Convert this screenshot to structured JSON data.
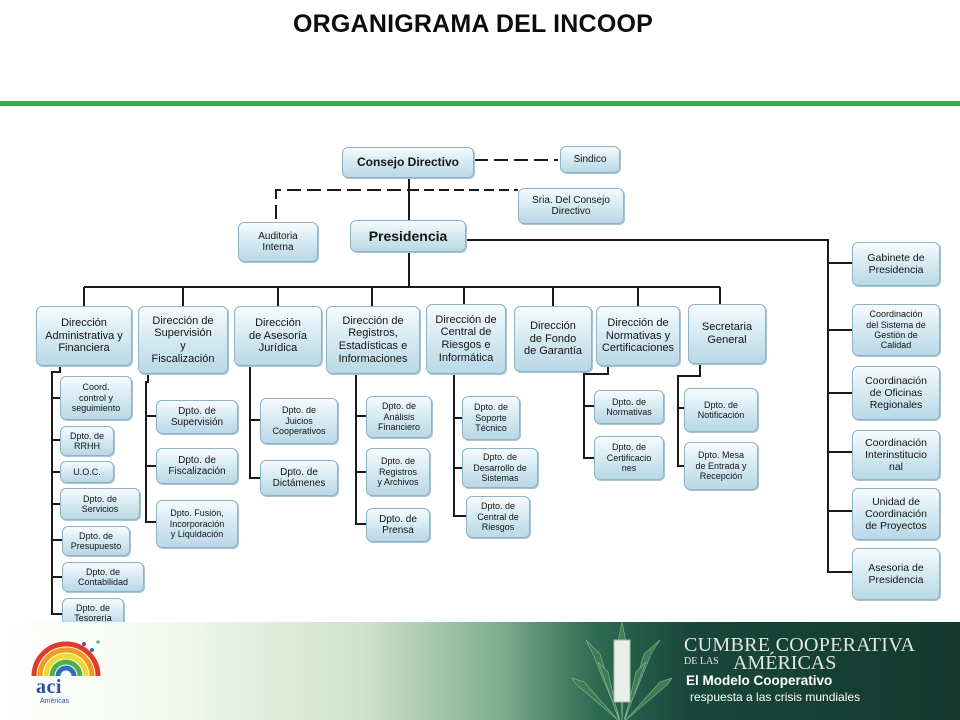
{
  "title": "ORGANIGRAMA DEL INCOOP",
  "colors": {
    "rule": "#3aa84a",
    "box_border": "#8fb3c4",
    "box_fill_top": "#f6fbfd",
    "box_fill_bottom": "#b9d8e6",
    "line": "#1a1a1a",
    "footer_dark": "#15392e"
  },
  "nodes": {
    "consejo": "Consejo Directivo",
    "sindico": "Sindico",
    "sria": "Sria. Del Consejo\nDirectivo",
    "auditoria": "Auditoria\nInterna",
    "presidencia": "Presidencia",
    "dirs": [
      "Dirección\nAdministrativa y\nFinanciera",
      "Dirección de\nSupervisión\ny\nFiscalización",
      "Dirección\nde Asesoría\nJurídica",
      "Dirección de\nRegistros,\nEstadísticas e\nInformaciones",
      "Dirección de\nCentral de\nRiesgos e\nInformática",
      "Dirección\nde Fondo\nde Garantía",
      "Dirección de\nNormativas y\nCertificaciones",
      "Secretaria\nGeneral"
    ],
    "subs_admin": [
      "Coord.\ncontrol y\nseguimiento",
      "Dpto. de\nRRHH",
      "U.O.C.",
      "Dpto. de\nServicios",
      "Dpto. de\nPresupuesto",
      "Dpto. de\nContabilidad",
      "Dpto. de\nTesorería"
    ],
    "subs_superv": [
      "Dpto. de\nSupervisión",
      "Dpto. de\nFiscalización",
      "Dpto. Fusión,\nIncorporación\ny Liquidación"
    ],
    "subs_juridica": [
      "Dpto. de\nJuicios\nCooperativos",
      "Dpto. de\nDictámenes"
    ],
    "subs_registros": [
      "Dpto. de\nAnálisis\nFinanciero",
      "Dpto. de\nRegistros\ny Archivos",
      "Dpto. de\nPrensa"
    ],
    "subs_riesgos": [
      "Dpto. de\nSoporte\nTécnico",
      "Dpto. de\nDesarrollo de\nSistemas",
      "Dpto. de\nCentral de\nRiesgos"
    ],
    "subs_normativas": [
      "Dpto. de\nNormativas",
      "Dpto. de\nCertificacio\nnes"
    ],
    "subs_secretaria": [
      "Dpto. de\nNotificación",
      "Dpto. Mesa\nde Entrada y\nRecepción"
    ],
    "right": [
      "Gabinete de\nPresidencia",
      "Coordinación\ndel Sistema de\nGestión de\nCalidad",
      "Coordinación\nde Oficinas\nRegionales",
      "Coordinación\nInterinstitucio\nnal",
      "Unidad de\nCoordinación\nde Proyectos",
      "Asesoria de\nPresidencia"
    ]
  },
  "footer": {
    "logo_text": "aci",
    "logo_sub": "Américas",
    "cumbre": "CUMBRE COOPERATIVA",
    "delas": "DE LAS",
    "americas": "AMÉRICAS",
    "modelo": "El Modelo Cooperativo",
    "respuesta": "respuesta a las crisis mundiales"
  }
}
